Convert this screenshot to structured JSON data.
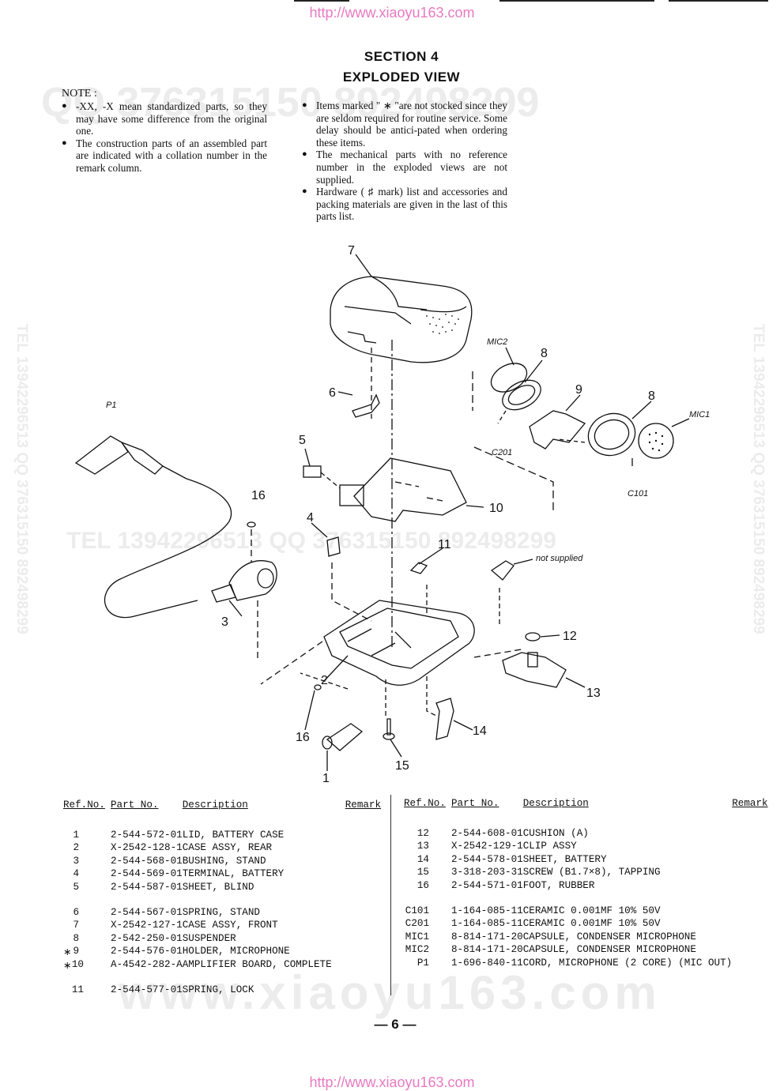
{
  "header_url": "http://www.xiaoyu163.com",
  "footer_url": "http://www.xiaoyu163.com",
  "section_title": "SECTION 4",
  "section_subtitle": "EXPLODED VIEW",
  "watermarks": {
    "top": "QQ 376315150  892498299",
    "middle": "TEL 13942296513   QQ 376315150  892498299",
    "bottom": "www.xiaoyu163.com",
    "left_vertical": "TEL 13942296513  QQ 376315150  892498299",
    "right_vertical": "TEL 13942296513  QQ 376315150  892498299"
  },
  "note": {
    "heading": "NOTE :",
    "left_items": [
      "-XX,   -X mean standardized parts, so they may have some difference from the original one.",
      "The construction parts of an assembled part are indicated with a collation number in the remark column."
    ],
    "right_items": [
      "Items marked \" ∗ \"are not stocked since they are seldom required for routine service. Some delay should be antici-pated when ordering these items.",
      "The mechanical parts with no reference number in the exploded views are not supplied.",
      "Hardware ( ♯ mark) list and accessories and packing materials are given in the last of this parts list."
    ]
  },
  "diagram_labels": {
    "l1": "1",
    "l2": "2",
    "l3": "3",
    "l4": "4",
    "l5": "5",
    "l6": "6",
    "l7": "7",
    "l8a": "8",
    "l8b": "8",
    "l9": "9",
    "l10": "10",
    "l11": "11",
    "l12": "12",
    "l13": "13",
    "l14": "14",
    "l15": "15",
    "l16a": "16",
    "l16b": "16",
    "p1": "P1",
    "mic1": "MIC1",
    "mic2": "MIC2",
    "c101": "C101",
    "c201": "C201",
    "not_supplied": "not supplied"
  },
  "table_headers": {
    "ref": "Ref.No.",
    "part": "Part No.",
    "desc": "Description",
    "remark": "Remark"
  },
  "parts_left": [
    {
      "mark": "",
      "ref": "1",
      "part": "2-544-572-01",
      "desc": "LID, BATTERY CASE"
    },
    {
      "mark": "",
      "ref": "2",
      "part": "X-2542-128-1",
      "desc": "CASE ASSY, REAR"
    },
    {
      "mark": "",
      "ref": "3",
      "part": "2-544-568-01",
      "desc": "BUSHING, STAND"
    },
    {
      "mark": "",
      "ref": "4",
      "part": "2-544-569-01",
      "desc": "TERMINAL, BATTERY"
    },
    {
      "mark": "",
      "ref": "5",
      "part": "2-544-587-01",
      "desc": "SHEET, BLIND"
    },
    {
      "mark": "",
      "ref": "6",
      "part": "2-544-567-01",
      "desc": "SPRING, STAND"
    },
    {
      "mark": "",
      "ref": "7",
      "part": "X-2542-127-1",
      "desc": "CASE ASSY, FRONT"
    },
    {
      "mark": "",
      "ref": "8",
      "part": "2-542-250-01",
      "desc": "SUSPENDER"
    },
    {
      "mark": "∗",
      "ref": "9",
      "part": "2-544-576-01",
      "desc": "HOLDER, MICROPHONE"
    },
    {
      "mark": "∗",
      "ref": "10",
      "part": "A-4542-282-A",
      "desc": "AMPLIFIER BOARD, COMPLETE"
    },
    {
      "mark": "",
      "ref": "11",
      "part": "2-544-577-01",
      "desc": "SPRING, LOCK"
    }
  ],
  "parts_right": [
    {
      "ref": "12",
      "part": "2-544-608-01",
      "desc": "CUSHION (A)"
    },
    {
      "ref": "13",
      "part": "X-2542-129-1",
      "desc": "CLIP ASSY"
    },
    {
      "ref": "14",
      "part": "2-544-578-01",
      "desc": "SHEET, BATTERY"
    },
    {
      "ref": "15",
      "part": "3-318-203-31",
      "desc": "SCREW (B1.7×8), TAPPING"
    },
    {
      "ref": "16",
      "part": "2-544-571-01",
      "desc": "FOOT, RUBBER"
    },
    {
      "ref": "C101",
      "part": "1-164-085-11",
      "desc": "CERAMIC    0.001MF      10%      50V"
    },
    {
      "ref": "C201",
      "part": "1-164-085-11",
      "desc": "CERAMIC    0.001MF      10%      50V"
    },
    {
      "ref": "MIC1",
      "part": "8-814-171-20",
      "desc": "CAPSULE, CONDENSER MICROPHONE"
    },
    {
      "ref": "MIC2",
      "part": "8-814-171-20",
      "desc": "CAPSULE, CONDENSER MICROPHONE"
    },
    {
      "ref": "P1",
      "part": "1-696-840-11",
      "desc": "CORD, MICROPHONE (2 CORE) (MIC OUT)"
    }
  ],
  "page_number": "— 6 —"
}
